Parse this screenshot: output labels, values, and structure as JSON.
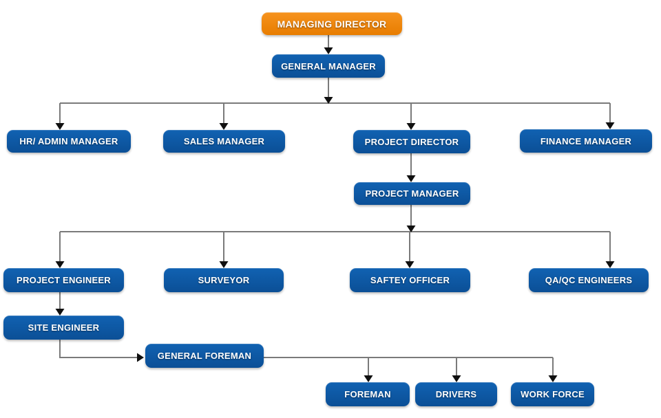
{
  "org_chart": {
    "type": "org-chart",
    "colors": {
      "root_fill": "#F6931E",
      "node_fill": "#0C55A3",
      "label_text": "#FFFFFF",
      "connector": "#7A7A7A",
      "arrowhead": "#101010",
      "background": "#FFFFFF"
    },
    "nodes": [
      {
        "id": "managing-director",
        "label": "MANAGING DIRECTOR",
        "variant": "root"
      },
      {
        "id": "general-manager",
        "label": "GENERAL MANAGER",
        "variant": "node"
      },
      {
        "id": "hr-admin-manager",
        "label": "HR/ ADMIN MANAGER",
        "variant": "node"
      },
      {
        "id": "sales-manager",
        "label": "SALES MANAGER",
        "variant": "node"
      },
      {
        "id": "project-director",
        "label": "PROJECT DIRECTOR",
        "variant": "node"
      },
      {
        "id": "finance-manager",
        "label": "FINANCE MANAGER",
        "variant": "node"
      },
      {
        "id": "project-manager",
        "label": "PROJECT MANAGER",
        "variant": "node"
      },
      {
        "id": "project-engineer",
        "label": "PROJECT ENGINEER",
        "variant": "node"
      },
      {
        "id": "surveyor",
        "label": "SURVEYOR",
        "variant": "node"
      },
      {
        "id": "saftey-officer",
        "label": "SAFTEY OFFICER",
        "variant": "node"
      },
      {
        "id": "qa-qc-engineers",
        "label": "QA/QC ENGINEERS",
        "variant": "node"
      },
      {
        "id": "site-engineer",
        "label": "SITE ENGINEER",
        "variant": "node"
      },
      {
        "id": "general-foreman",
        "label": "GENERAL FOREMAN",
        "variant": "node"
      },
      {
        "id": "foreman",
        "label": "FOREMAN",
        "variant": "node"
      },
      {
        "id": "drivers",
        "label": "DRIVERS",
        "variant": "node"
      },
      {
        "id": "work-force",
        "label": "WORK FORCE",
        "variant": "node"
      }
    ],
    "edges": [
      {
        "from": "managing-director",
        "to": "general-manager"
      },
      {
        "from": "general-manager",
        "to": "hr-admin-manager"
      },
      {
        "from": "general-manager",
        "to": "sales-manager"
      },
      {
        "from": "general-manager",
        "to": "project-director"
      },
      {
        "from": "general-manager",
        "to": "finance-manager"
      },
      {
        "from": "project-director",
        "to": "project-manager"
      },
      {
        "from": "project-manager",
        "to": "project-engineer"
      },
      {
        "from": "project-manager",
        "to": "surveyor"
      },
      {
        "from": "project-manager",
        "to": "saftey-officer"
      },
      {
        "from": "project-manager",
        "to": "qa-qc-engineers"
      },
      {
        "from": "project-engineer",
        "to": "site-engineer"
      },
      {
        "from": "site-engineer",
        "to": "general-foreman"
      },
      {
        "from": "general-foreman",
        "to": "foreman"
      },
      {
        "from": "general-foreman",
        "to": "drivers"
      },
      {
        "from": "general-foreman",
        "to": "work-force"
      }
    ]
  }
}
